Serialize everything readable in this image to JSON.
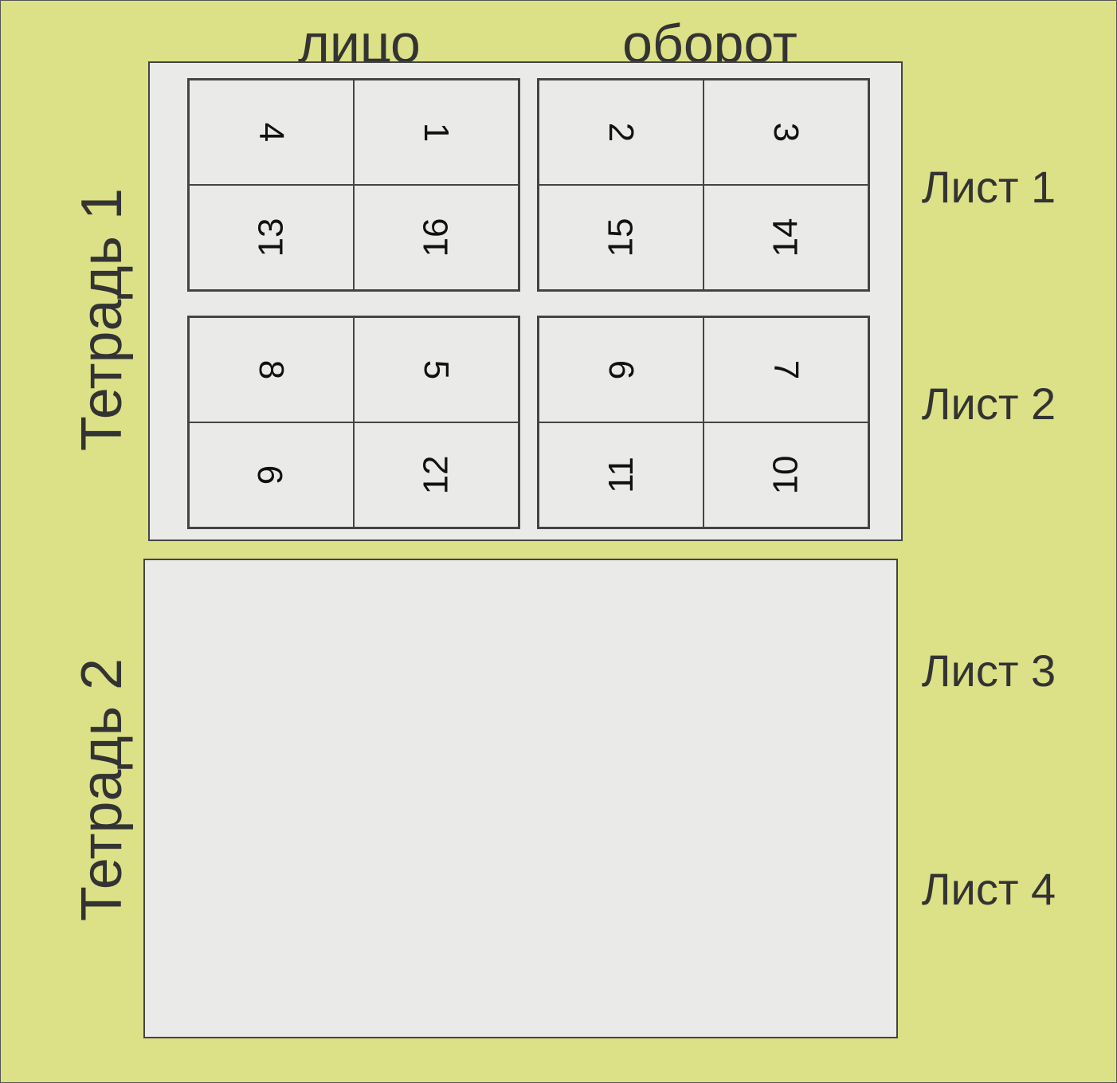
{
  "columns": {
    "front": "лицо",
    "back": "оборот"
  },
  "notebooks": [
    {
      "label": "Тетрадь 1"
    },
    {
      "label": "Тетрадь 2"
    }
  ],
  "sheets": [
    "Лист 1",
    "Лист 2",
    "Лист 3",
    "Лист 4"
  ],
  "pages": {
    "sheet1": {
      "front": {
        "top": [
          "4",
          "1"
        ],
        "bottom": [
          "13",
          "16"
        ]
      },
      "back": {
        "top": [
          "2",
          "3"
        ],
        "bottom": [
          "15",
          "14"
        ]
      }
    },
    "sheet2": {
      "front": {
        "top": [
          "8",
          "5"
        ],
        "bottom": [
          "9",
          "12"
        ]
      },
      "back": {
        "top": [
          "6",
          "7"
        ],
        "bottom": [
          "11",
          "10"
        ]
      }
    }
  }
}
